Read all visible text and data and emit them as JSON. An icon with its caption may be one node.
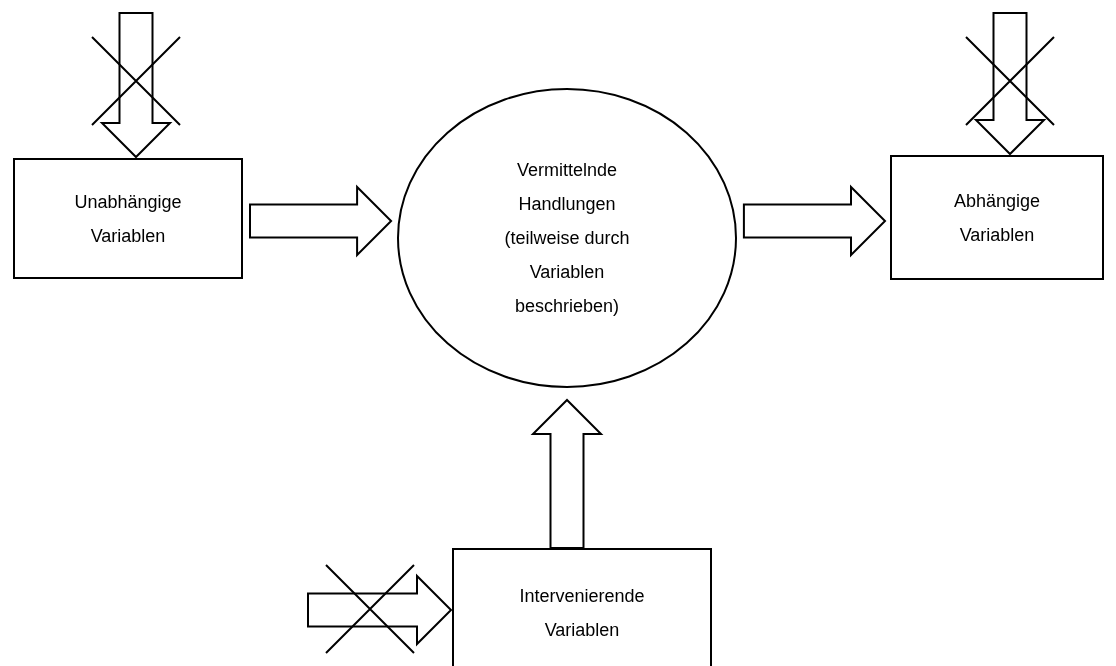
{
  "diagram": {
    "nodes": [
      {
        "text": [
          "Unabhängige Variablen"
        ]
      },
      {
        "text": [
          "Vermittelnde Handlungen (teilweise durch Variablen beschrieben)"
        ]
      },
      {
        "text": [
          "Abhängige Variablen"
        ]
      },
      {
        "text": [
          "Intervenierende Variablen"
        ]
      }
    ],
    "edges": [
      {
        "from": 0,
        "to": 1,
        "arrow": "to"
      },
      {
        "from": 1,
        "to": 2,
        "arrow": "to"
      },
      {
        "from": 3,
        "to": 1,
        "arrow": "to"
      },
      {
        "from": null,
        "to": 0,
        "arrow": "to"
      },
      {
        "from": null,
        "to": 2,
        "arrow": "to"
      },
      {
        "from": null,
        "to": 3,
        "arrow": "to"
      }
    ]
  }
}
